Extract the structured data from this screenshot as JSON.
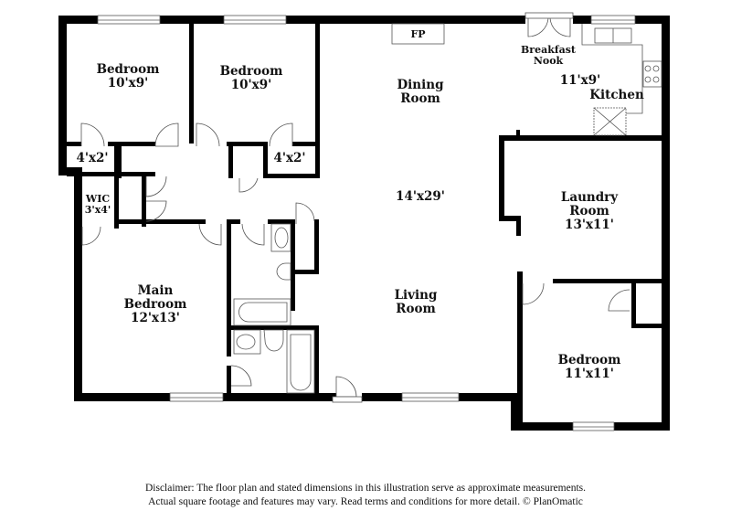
{
  "rooms": {
    "bedroom_1": {
      "name": "Bedroom",
      "dims": "10'x9'"
    },
    "bedroom_2": {
      "name": "Bedroom",
      "dims": "10'x9'"
    },
    "closet_1": {
      "dims": "4'x2'"
    },
    "closet_2": {
      "dims": "4'x2'"
    },
    "wic": {
      "name": "WIC",
      "dims": "3'x4'"
    },
    "main_bedroom": {
      "line1": "Main",
      "line2": "Bedroom",
      "dims": "12'x13'"
    },
    "dining_room": {
      "line1": "Dining",
      "line2": "Room"
    },
    "living_dining_dims": "14'x29'",
    "living_room": {
      "line1": "Living",
      "line2": "Room"
    },
    "fireplace": "FP",
    "breakfast_nook": {
      "line1": "Breakfast",
      "line2": "Nook"
    },
    "kitchen": {
      "name": "Kitchen",
      "dims": "11'x9'"
    },
    "laundry_room": {
      "line1": "Laundry",
      "line2": "Room",
      "dims": "13'x11'"
    },
    "bedroom_3": {
      "name": "Bedroom",
      "dims": "11'x11'"
    }
  },
  "disclaimer": {
    "line1": "Disclaimer: The floor plan and stated dimensions in this illustration serve as approximate measurements.",
    "line2": "Actual square footage and features may vary. Read terms and conditions for more detail. © PlanOmatic"
  },
  "colors": {
    "wall": "#000000",
    "fixture": "#555555",
    "background": "#ffffff"
  }
}
